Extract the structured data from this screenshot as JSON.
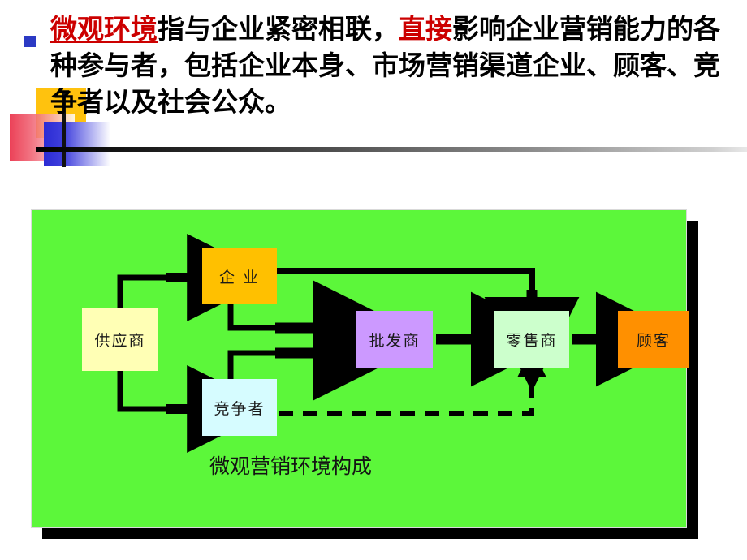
{
  "slide": {
    "bullet_icon": "square-bullet",
    "paragraph": {
      "segments": [
        {
          "text": "微观环境",
          "color": "#CC0000",
          "underline": true
        },
        {
          "text": "指与企业紧密相联，",
          "color": "#000000",
          "underline": false
        },
        {
          "text": "直接",
          "color": "#CC0000",
          "underline": false
        },
        {
          "text": "影响企业营销能力的各种参与者，包括企业本身、市场营销渠道企业、顾客、竞争者以及社会公众。",
          "color": "#000000",
          "underline": false
        }
      ],
      "part1": "微观环境",
      "part2": "指与企业紧密相联，",
      "part3": "直接",
      "part4": "影响企业营销能力的各种参与者，包括企业本身、市场营销渠道企业、顾客、竞争者以及社会公众。"
    }
  },
  "decoration": {
    "yellow_block": "#FFC20E",
    "red_block": "#E8203A",
    "blue_block": "#2B2BD4",
    "rule_color": "#000000",
    "vertical_bar_color": "#111111"
  },
  "diagram": {
    "panel_color": "#5CF73A",
    "shadow_color": "#000000",
    "caption": "微观营销环境构成",
    "nodes": [
      {
        "id": "supplier",
        "label": "供应商",
        "color": "#FFFFB5"
      },
      {
        "id": "firm",
        "label": "企 业",
        "color": "#FFC000"
      },
      {
        "id": "competitor",
        "label": "竞争者",
        "color": "#D6FCFF"
      },
      {
        "id": "wholesaler",
        "label": "批发商",
        "color": "#CC99FF"
      },
      {
        "id": "retailer",
        "label": "零售商",
        "color": "#CCFFCC"
      },
      {
        "id": "customer",
        "label": "顾客",
        "color": "#FF9000"
      }
    ],
    "connections": [
      {
        "from": "supplier",
        "to": "firm",
        "style": "solid-elbow",
        "arrow": "right"
      },
      {
        "from": "supplier",
        "to": "competitor",
        "style": "solid-elbow",
        "arrow": "right"
      },
      {
        "from": "firm",
        "to": "wholesaler",
        "style": "solid-elbow",
        "arrow": "right"
      },
      {
        "from": "competitor",
        "to": "wholesaler",
        "style": "solid-elbow",
        "arrow": "right"
      },
      {
        "from": "firm",
        "to": "retailer",
        "style": "solid-elbow",
        "arrow": "down"
      },
      {
        "from": "wholesaler",
        "to": "retailer",
        "style": "solid-straight",
        "arrow": "right"
      },
      {
        "from": "retailer",
        "to": "customer",
        "style": "solid-straight",
        "arrow": "right"
      },
      {
        "from": "competitor",
        "to": "retailer",
        "style": "dashed-elbow",
        "arrow": "up"
      }
    ]
  }
}
